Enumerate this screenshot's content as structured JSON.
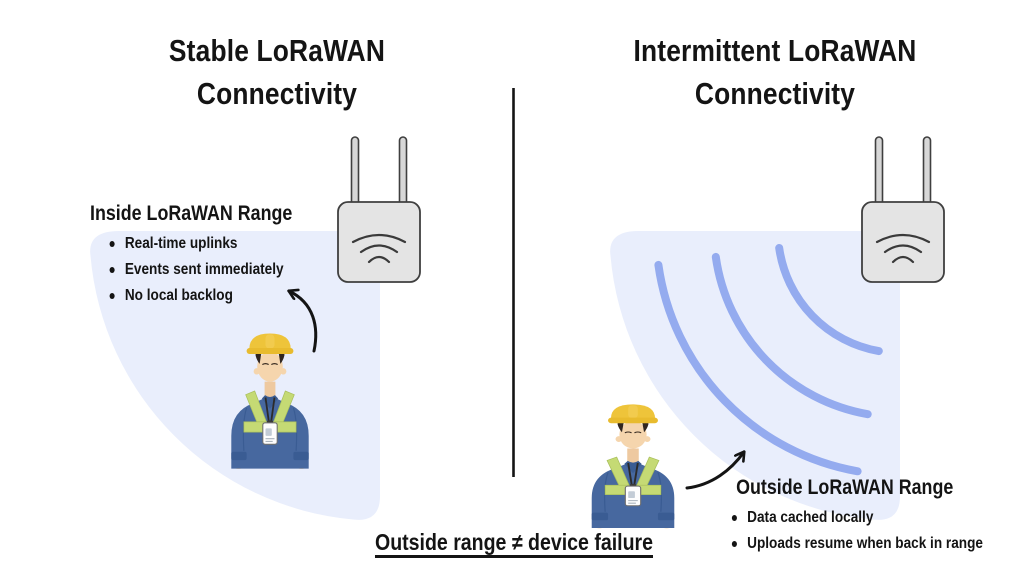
{
  "left_panel": {
    "title_line1": "Stable LoRaWAN",
    "title_line2": "Connectivity",
    "callout": {
      "heading": "Inside LoRaWAN Range",
      "bullets": [
        "Real-time uplinks",
        "Events sent immediately",
        "No local backlog"
      ]
    }
  },
  "right_panel": {
    "title_line1": "Intermittent LoRaWAN",
    "title_line2": "Connectivity",
    "callout": {
      "heading": "Outside LoRaWAN Range",
      "bullets": [
        "Data cached locally",
        "Uploads resume when back in range"
      ]
    }
  },
  "footer": {
    "note": "Outside range ≠ device failure"
  },
  "colors": {
    "ink": "#141414",
    "coverage_fill": "#e9eefc",
    "signal_arc": "#94abef"
  }
}
